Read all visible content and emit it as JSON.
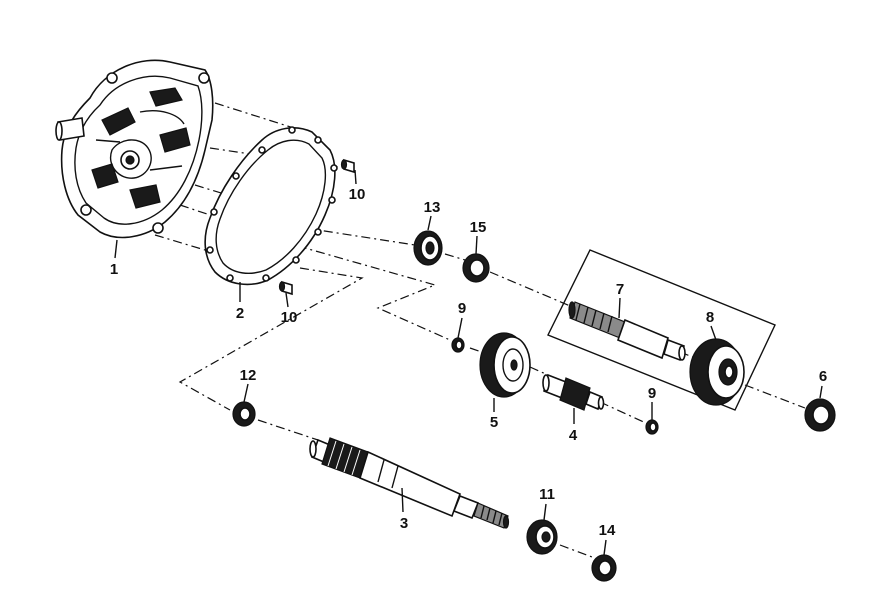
{
  "labels": {
    "p1": "1",
    "p2": "2",
    "p3": "3",
    "p4": "4",
    "p5": "5",
    "p6": "6",
    "p7": "7",
    "p8": "8",
    "p9a": "9",
    "p9b": "9",
    "p10a": "10",
    "p10b": "10",
    "p11": "11",
    "p12": "12",
    "p13": "13",
    "p14": "14",
    "p15": "15"
  }
}
